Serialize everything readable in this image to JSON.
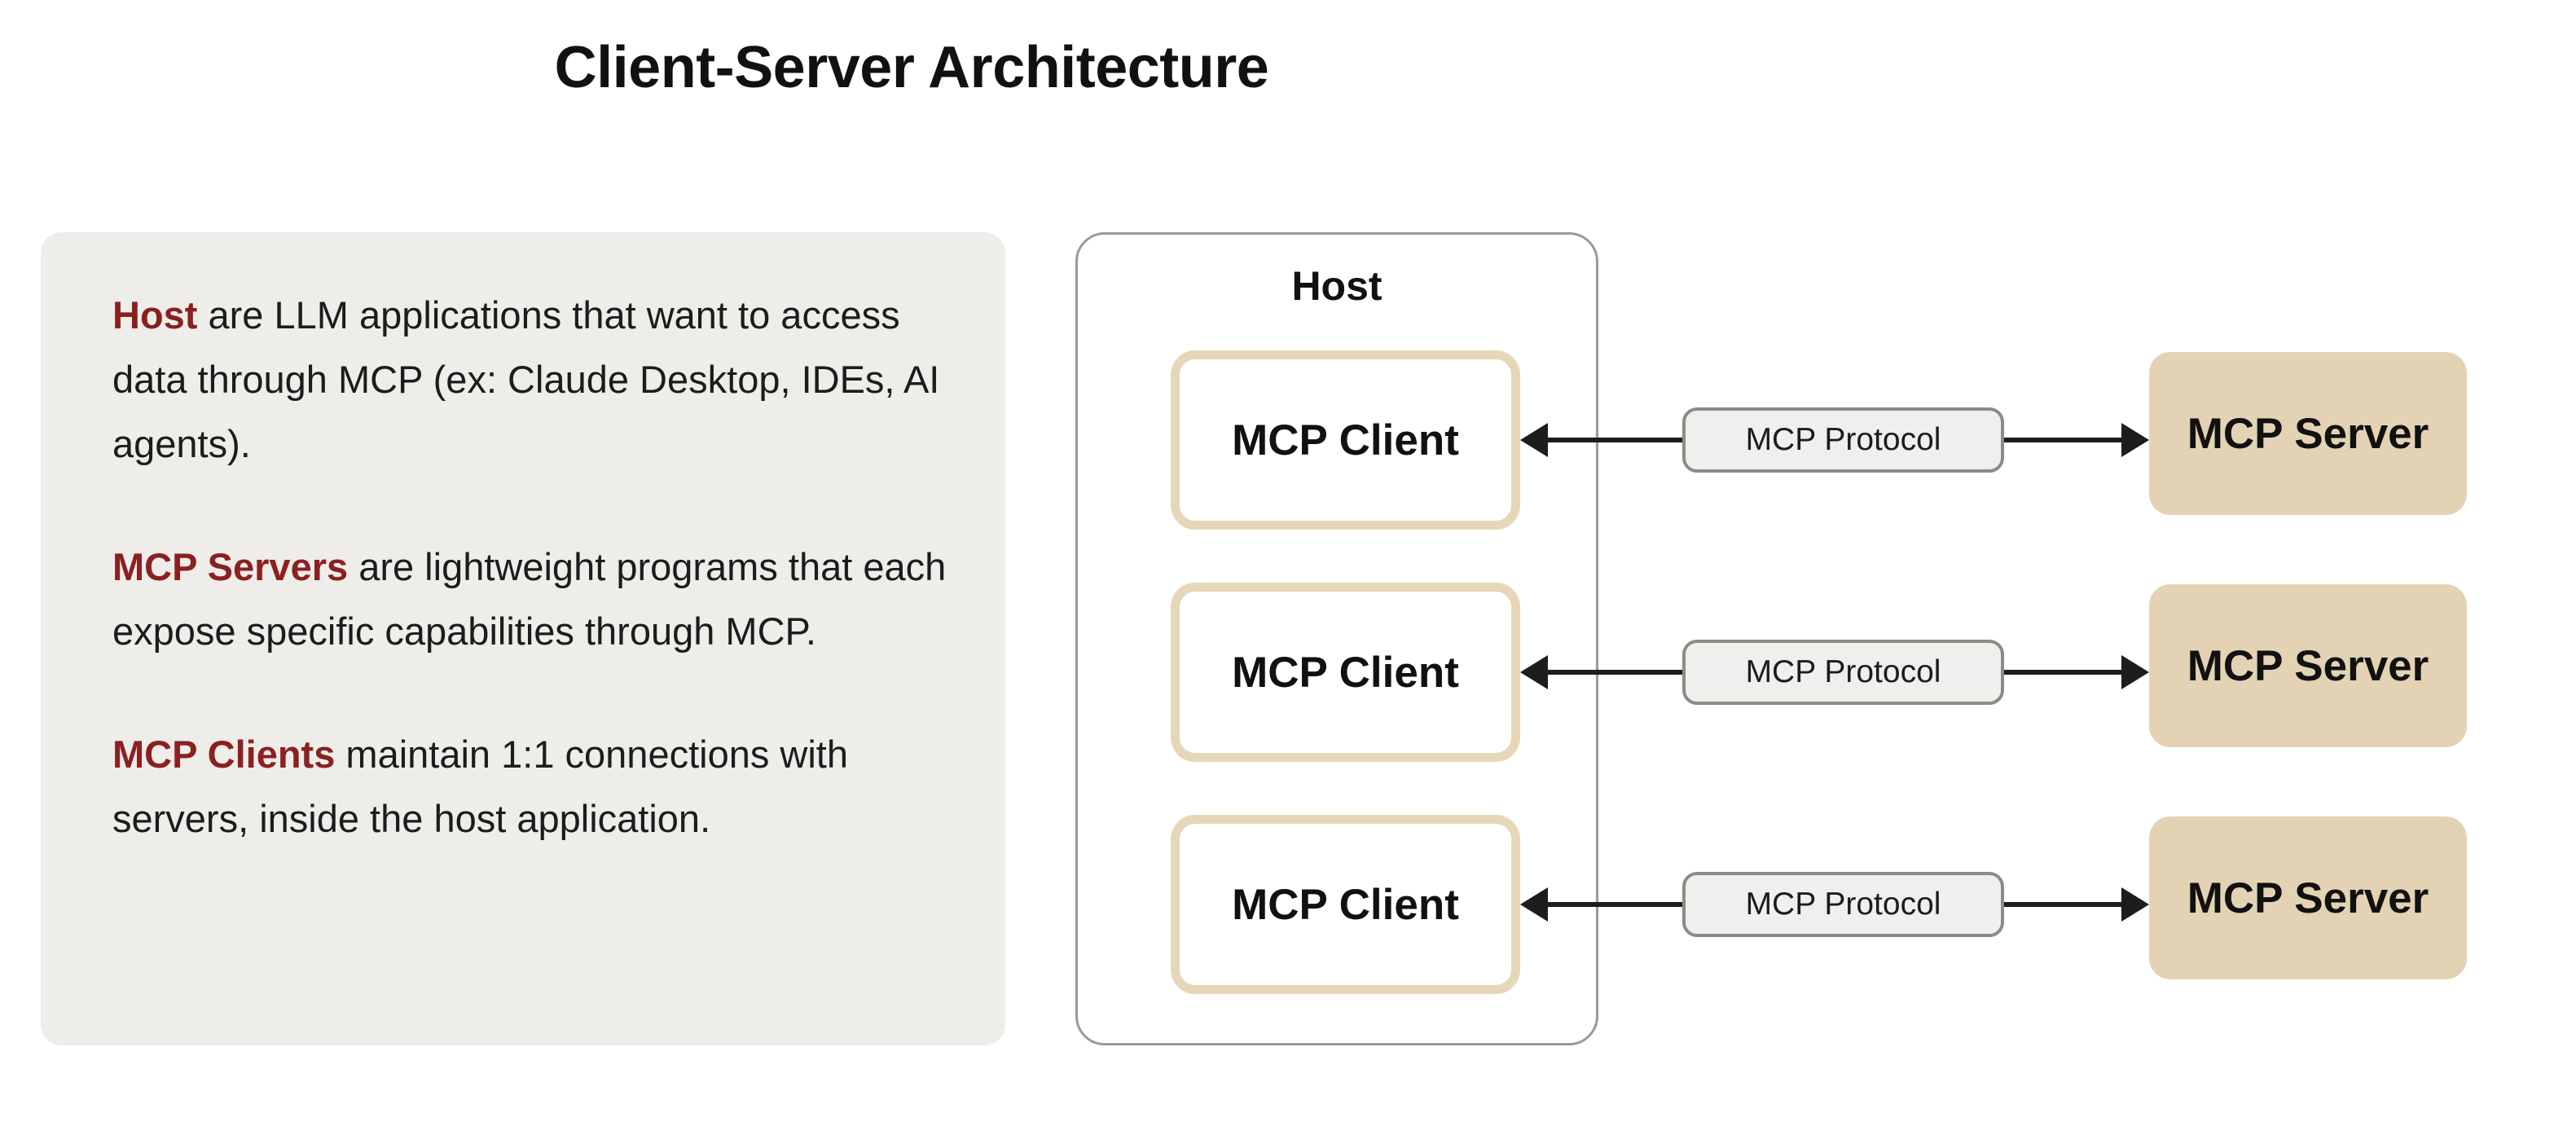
{
  "title": "Client-Server Architecture",
  "colors": {
    "page_background": "#ffffff",
    "panel_background": "#eeedea",
    "accent_term": "#8b2020",
    "client_border": "#e6d7b8",
    "server_fill": "#e3d3b4",
    "protocol_fill": "#efefed",
    "protocol_border": "#8c8c87",
    "host_border": "#9a9a9a",
    "connector": "#1d1d1d",
    "text": "#111111"
  },
  "description": {
    "paragraphs": [
      {
        "term": "Host",
        "rest": " are LLM applications that want to access data through MCP (ex: Claude Desktop, IDEs, AI agents)."
      },
      {
        "term": "MCP Servers",
        "rest": " are lightweight programs that each expose specific capabilities through MCP."
      },
      {
        "term": "MCP Clients",
        "rest": " maintain 1:1 connections with servers, inside the host application."
      }
    ]
  },
  "host": {
    "label": "Host"
  },
  "rows": [
    {
      "client_label": "MCP Client",
      "protocol_label": "MCP Protocol",
      "server_label": "MCP Server"
    },
    {
      "client_label": "MCP Client",
      "protocol_label": "MCP Protocol",
      "server_label": "MCP Server"
    },
    {
      "client_label": "MCP Client",
      "protocol_label": "MCP Protocol",
      "server_label": "MCP Server"
    }
  ]
}
